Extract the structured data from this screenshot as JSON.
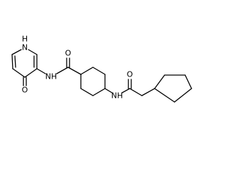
{
  "structure": {
    "atoms": {
      "nh_ring": "N",
      "nh_ring_h": "H",
      "o_ring": "O",
      "nh_amide1": "NH",
      "o_amide1": "O",
      "nh_amide2": "NH",
      "o_amide2": "O"
    },
    "colors": {
      "bond": "#000000",
      "label": "#000000",
      "background": "#ffffff"
    }
  }
}
